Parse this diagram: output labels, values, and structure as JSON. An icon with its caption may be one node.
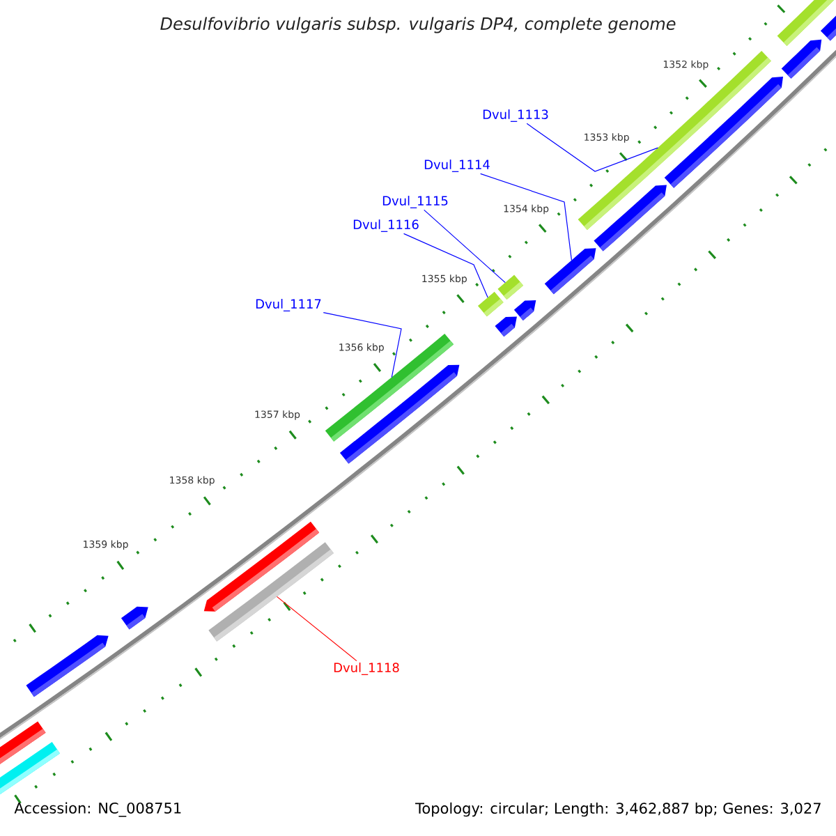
{
  "diagram": {
    "title": "Desulfovibrio vulgaris subsp. vulgaris DP4, complete genome",
    "nodes": [
      {
        "text": [
          "Dvul_1113"
        ]
      },
      {
        "text": [
          "Dvul_1114"
        ]
      },
      {
        "text": [
          "Dvul_1115"
        ]
      },
      {
        "text": [
          "Dvul_1116"
        ]
      },
      {
        "text": [
          "Dvul_1117"
        ]
      },
      {
        "text": [
          "Dvul_1118"
        ]
      },
      {
        "text": [],
        "shape": "bar"
      },
      {
        "text": [],
        "shape": "bar"
      },
      {
        "text": [],
        "shape": "bar"
      },
      {
        "text": [],
        "shape": "bar"
      },
      {
        "text": [],
        "shape": "bar"
      },
      {
        "text": [],
        "shape": "bar"
      },
      {
        "text": [],
        "shape": "bar"
      }
    ],
    "edges": [
      {
        "from": 0,
        "to": 11,
        "arrow": "none"
      },
      {
        "from": 1,
        "to": 10,
        "arrow": "none"
      },
      {
        "from": 2,
        "to": 9,
        "arrow": "none"
      },
      {
        "from": 3,
        "to": 8,
        "arrow": "none"
      },
      {
        "from": 4,
        "to": 7,
        "arrow": "none"
      },
      {
        "from": 5,
        "to": 6,
        "arrow": "none",
        "color": "#ff0000"
      }
    ],
    "labels": [
      "1352 kbp",
      "1353 kbp",
      "1354 kbp",
      "1355 kbp",
      "1356 kbp",
      "1357 kbp",
      "1358 kbp",
      "1359 kbp",
      "Accession: NC_008751",
      "Topology: circular; Length: 3,462,887 bp; Genes: 3,027"
    ]
  }
}
